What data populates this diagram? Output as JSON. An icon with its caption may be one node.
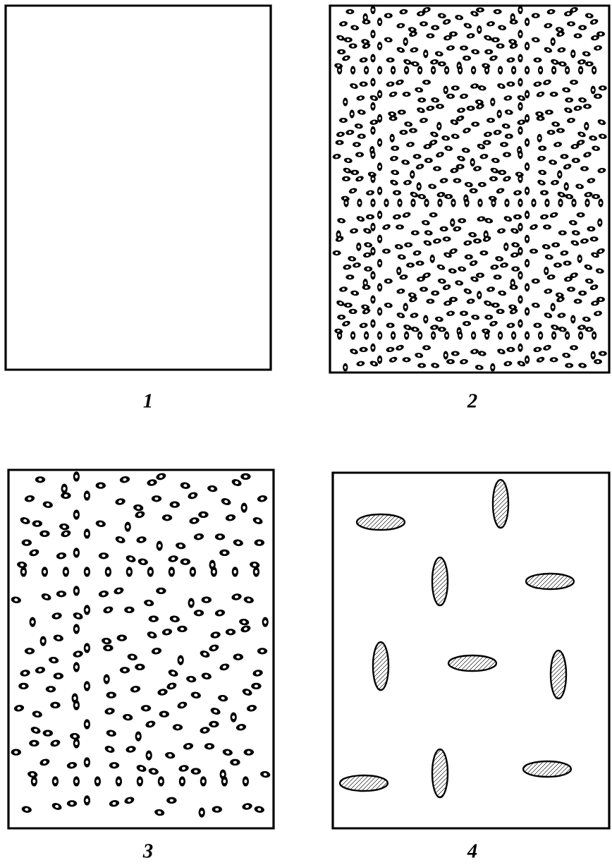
{
  "diagram": {
    "nodes": [
      {
        "text": [],
        "shape": "box",
        "beside": [
          "1"
        ]
      },
      {
        "text": [],
        "shape": "box",
        "beside": [
          "2"
        ]
      },
      {
        "text": [],
        "shape": "box",
        "beside": [
          "3"
        ]
      },
      {
        "text": [],
        "shape": "box",
        "beside": [
          "4"
        ]
      }
    ]
  }
}
